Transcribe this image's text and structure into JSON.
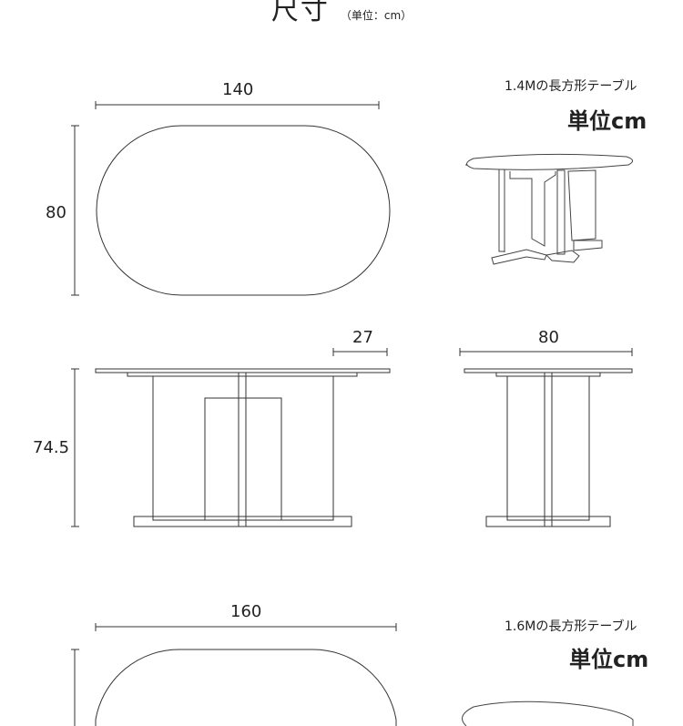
{
  "header": {
    "title": "尺寸",
    "subtitle": "（单位：cm）"
  },
  "section_1": {
    "top_view": {
      "width_label": "140",
      "depth_label": "80"
    },
    "caption": "1.4Mの長方形テーブル",
    "unit_label": "単位cm",
    "front_view": {
      "height_label": "74.5",
      "overhang_label": "27"
    },
    "side_view": {
      "width_label": "80"
    }
  },
  "section_2": {
    "top_view": {
      "width_label": "160"
    },
    "caption": "1.6Mの長方形テーブル",
    "unit_label": "単位cm"
  }
}
